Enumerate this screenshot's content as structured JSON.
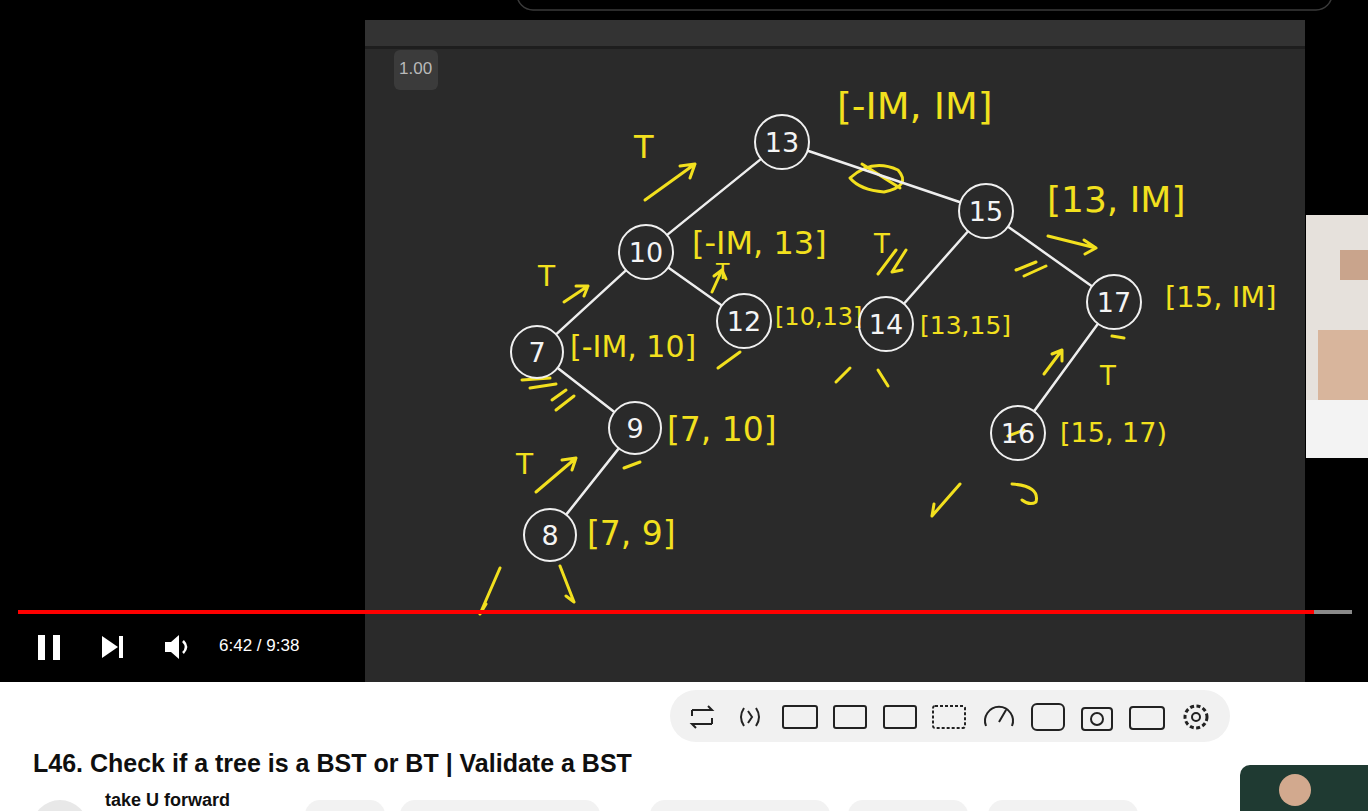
{
  "diagram": {
    "title": "L46. Check if a tree is a BST or BT | Validate a BST",
    "nodes": [
      {
        "text": [
          "13"
        ]
      },
      {
        "text": [
          "10"
        ]
      },
      {
        "text": [
          "15"
        ]
      },
      {
        "text": [
          "7"
        ]
      },
      {
        "text": [
          "12"
        ]
      },
      {
        "text": [
          "14"
        ]
      },
      {
        "text": [
          "17"
        ]
      },
      {
        "text": [
          "9"
        ]
      },
      {
        "text": [
          "16"
        ]
      },
      {
        "text": [
          "8"
        ]
      }
    ],
    "edges": [
      {
        "from": 0,
        "to": 1,
        "arrow": "none"
      },
      {
        "from": 0,
        "to": 2,
        "arrow": "none"
      },
      {
        "from": 1,
        "to": 3,
        "arrow": "none"
      },
      {
        "from": 1,
        "to": 4,
        "arrow": "none"
      },
      {
        "from": 2,
        "to": 5,
        "arrow": "none"
      },
      {
        "from": 2,
        "to": 6,
        "arrow": "none"
      },
      {
        "from": 3,
        "to": 7,
        "arrow": "none"
      },
      {
        "from": 7,
        "to": 9,
        "arrow": "none"
      },
      {
        "from": 6,
        "to": 8,
        "arrow": "none"
      }
    ],
    "labels": [
      "1.00",
      "[-IM, IM]",
      "[-IM, 13]",
      "[13, IM]",
      "[-IM, 10]",
      "[10,13]",
      "[13,15]",
      "[15, IM]",
      "[7, 10]",
      "[15, 17)",
      "[7, 9]",
      "T",
      "T",
      "T",
      "T",
      "T",
      "T",
      "6:42 / 9:38",
      "take U forward"
    ]
  }
}
